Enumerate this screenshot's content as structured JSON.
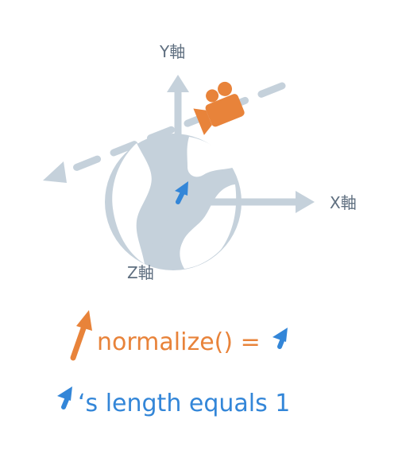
{
  "axes": {
    "y_label": "Y軸",
    "x_label": "X軸",
    "z_label": "Z軸"
  },
  "equation": {
    "text": "normalize() ="
  },
  "note": {
    "text": "‘s length equals 1"
  },
  "colors": {
    "axis_gray": "#c5d1db",
    "globe_gray": "#c5d1db",
    "land_white": "#ffffff",
    "orange": "#e8833a",
    "blue": "#3386d8",
    "label_gray": "#5f6f80"
  },
  "icons": {
    "camera": "video-camera-icon",
    "globe": "globe-icon",
    "vector": "arrow-icon"
  }
}
